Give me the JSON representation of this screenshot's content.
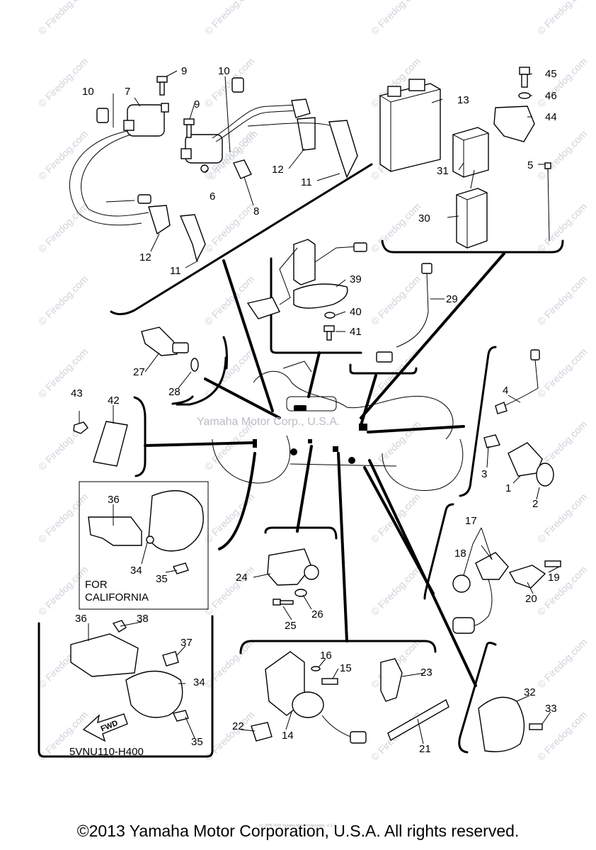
{
  "watermark": "© Firedog.com",
  "center_watermark": "Yamaha Motor Corp., U.S.A.",
  "callouts": [
    "1",
    "2",
    "3",
    "4",
    "5",
    "6",
    "7",
    "8",
    "9",
    "9",
    "10",
    "10",
    "11",
    "11",
    "12",
    "12",
    "13",
    "14",
    "15",
    "16",
    "17",
    "18",
    "19",
    "20",
    "21",
    "22",
    "23",
    "24",
    "25",
    "26",
    "27",
    "28",
    "29",
    "30",
    "31",
    "32",
    "33",
    "34",
    "34",
    "35",
    "35",
    "36",
    "36",
    "37",
    "38",
    "39",
    "40",
    "41",
    "42",
    "43",
    "44",
    "45",
    "46"
  ],
  "california_note": [
    "FOR",
    "CALIFORNIA"
  ],
  "fwd_label": "FWD",
  "diagram_code": "5VNU110-H400",
  "copyright": "©2013 Yamaha Motor Corporation, U.S.A. All rights reserved.",
  "tiny_credit": "(c) 2005-2015 Yamaha Motor Corporation, U.S.A."
}
